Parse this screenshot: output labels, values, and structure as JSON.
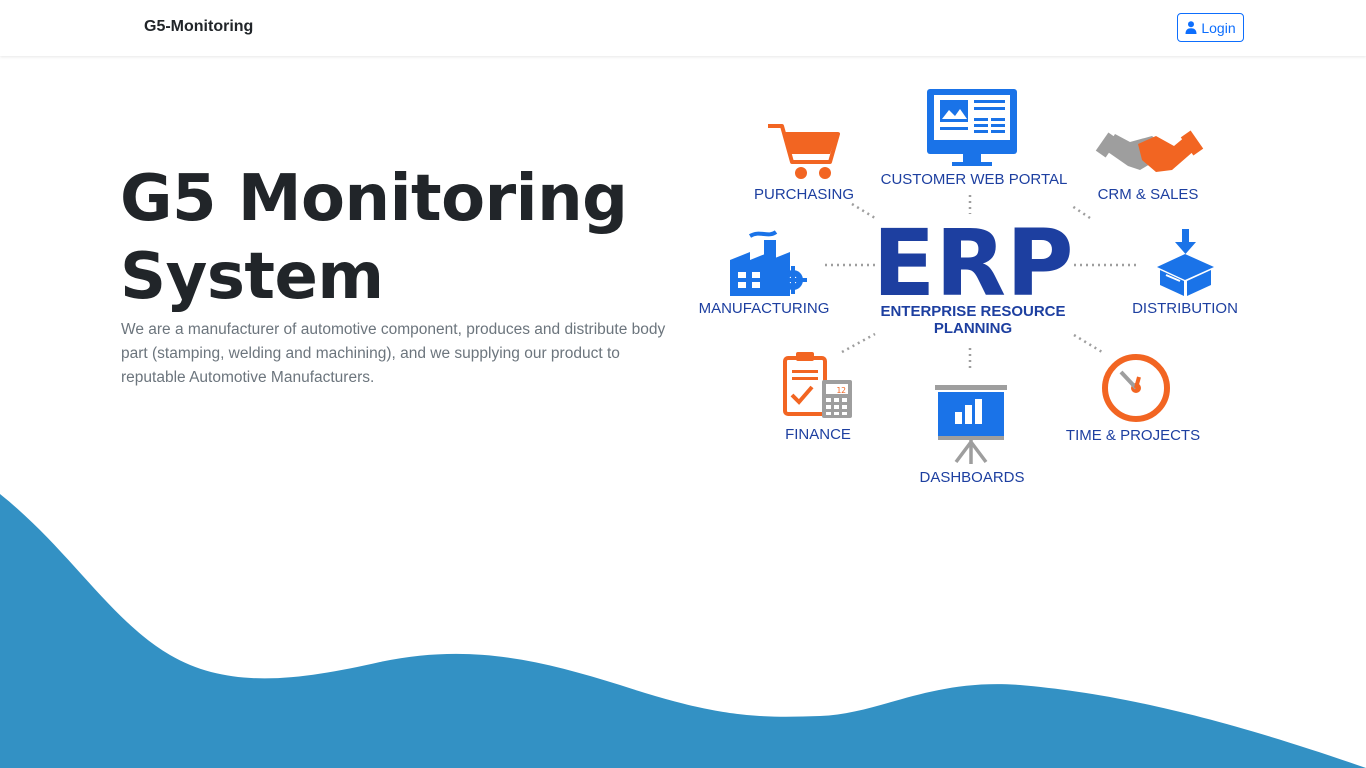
{
  "navbar": {
    "brand": "G5-Monitoring",
    "login_label": "Login",
    "login_icon": "user-icon"
  },
  "hero": {
    "title": "G5 Monitoring System",
    "description": "We are a manufacturer of automotive component, produces and distribute body part (stamping, welding and machining), and we supplying our product to reputable Automotive Manufacturers."
  },
  "erp_diagram": {
    "center_title": "ERP",
    "center_subtitle_line1": "ENTERPRISE RESOURCE",
    "center_subtitle_line2": "PLANNING",
    "modules": [
      {
        "label": "PURCHASING",
        "icon": "shopping-cart-icon"
      },
      {
        "label": "CUSTOMER WEB PORTAL",
        "icon": "monitor-icon"
      },
      {
        "label": "CRM & SALES",
        "icon": "handshake-icon"
      },
      {
        "label": "MANUFACTURING",
        "icon": "factory-icon"
      },
      {
        "label": "DISTRIBUTION",
        "icon": "box-icon"
      },
      {
        "label": "FINANCE",
        "icon": "clipboard-calculator-icon"
      },
      {
        "label": "DASHBOARDS",
        "icon": "presentation-board-icon"
      },
      {
        "label": "TIME & PROJECTS",
        "icon": "clock-icon"
      }
    ],
    "colors": {
      "orange": "#f26522",
      "blue": "#1a73e8",
      "navy": "#1d3fa0",
      "gray": "#9e9e9e"
    }
  },
  "colors": {
    "primary": "#0d6efd",
    "wave": "#3391c4",
    "text": "#212529",
    "muted": "#6c757d"
  }
}
